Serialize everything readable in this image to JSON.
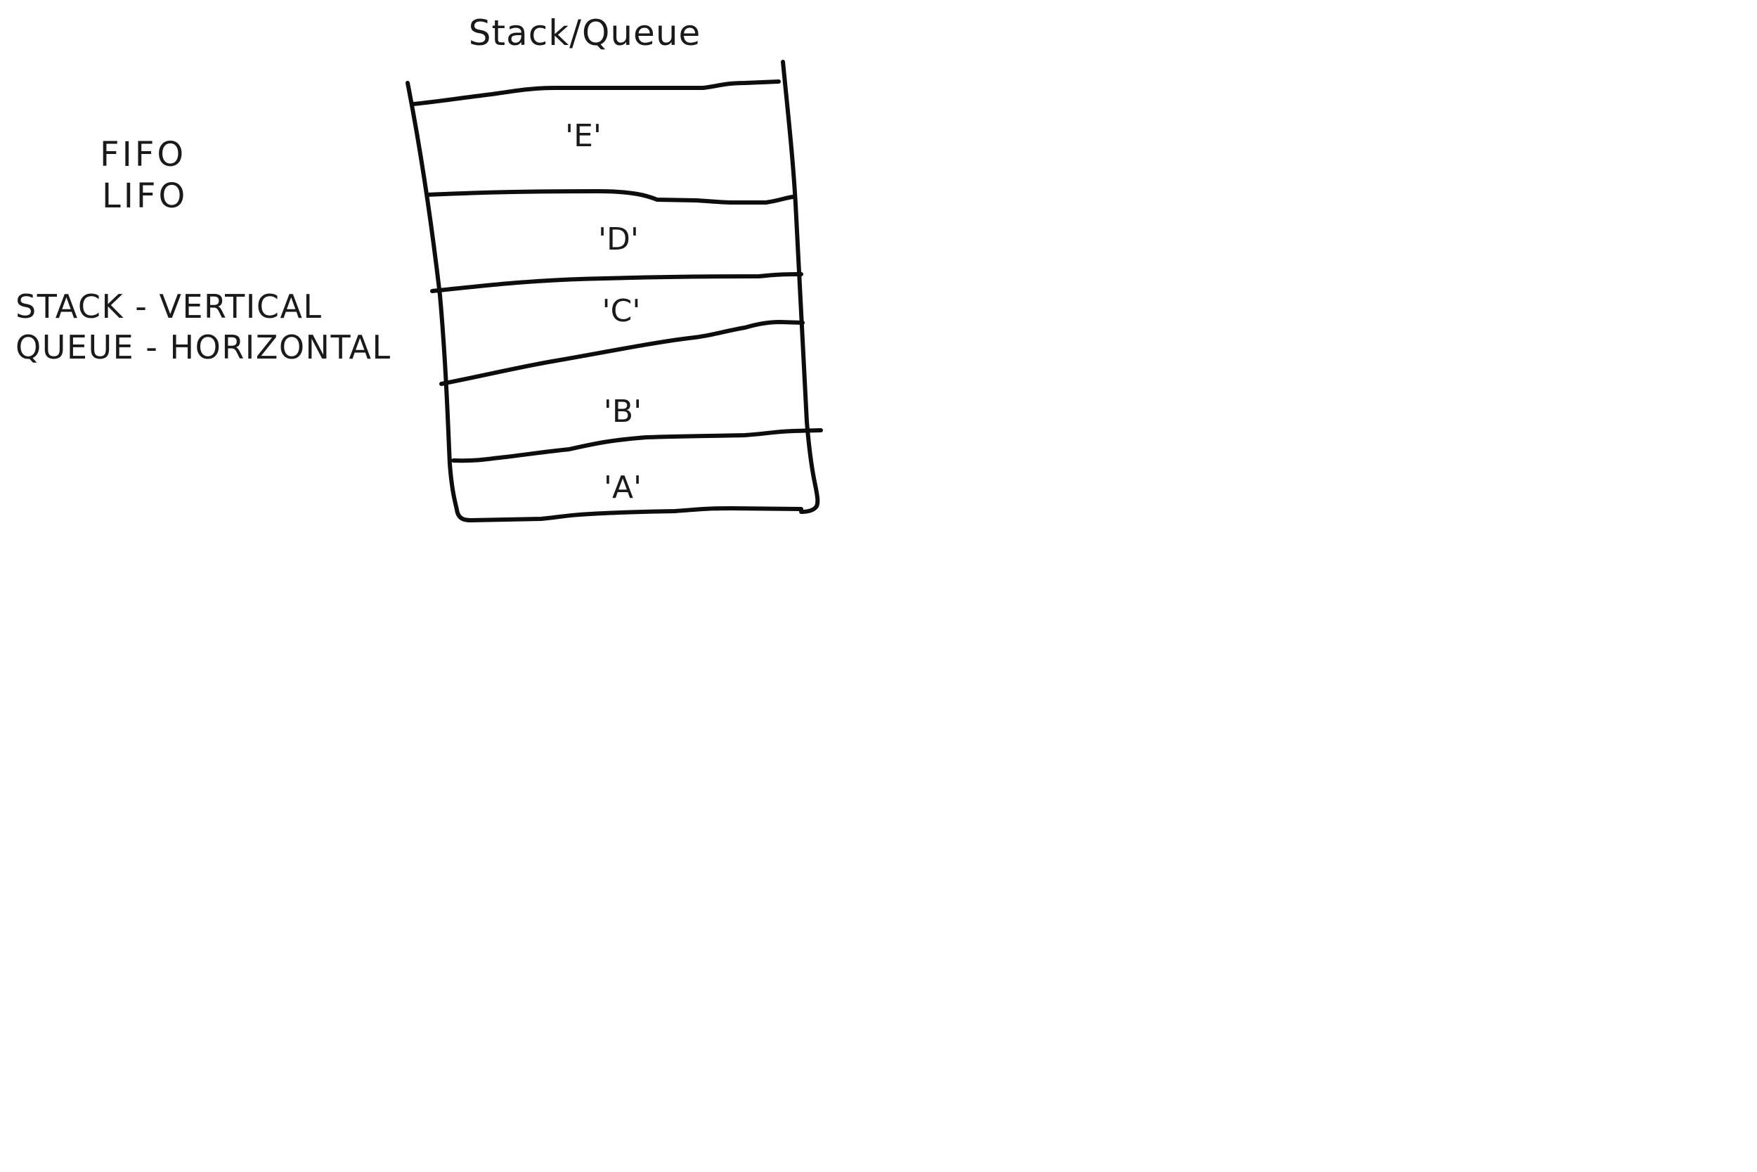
{
  "diagram": {
    "title": "Stack/Queue",
    "notes": {
      "order_fifo": "FIFO",
      "order_lifo": "LIFO",
      "stack_orientation": "STACK - VERTICAL",
      "queue_orientation": "QUEUE - HORIZONTAL"
    },
    "cells": [
      {
        "label": "'E'"
      },
      {
        "label": "'D'"
      },
      {
        "label": "'C'"
      },
      {
        "label": "'B'"
      },
      {
        "label": "'A'"
      }
    ],
    "ink_color": "#0d0d0d",
    "background_color": "#ffffff"
  }
}
